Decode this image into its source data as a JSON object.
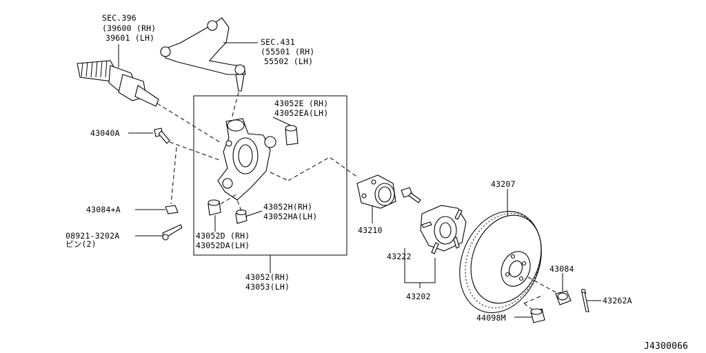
{
  "labels": {
    "sec396": "SEC.396",
    "p39600": "(39600 (RH)",
    "p39601": "39601 (LH)",
    "sec431": "SEC.431",
    "p55501": "(55501 (RH)",
    "p55502": "55502 (LH)",
    "p43052e": "43052E (RH)",
    "p43052ea": "43052EA(LH)",
    "p43040a": "43040A",
    "p43084a": "43084+A",
    "p08921": "08921-3202A",
    "pin": "ピン(2)",
    "p43052h": "43052H(RH)",
    "p43052ha": "43052HA(LH)",
    "p43052d": "43052D (RH)",
    "p43052da": "43052DA(LH)",
    "p43052": "43052(RH)",
    "p43053": "43053(LH)",
    "p43210": "43210",
    "p43222": "43222",
    "p43202": "43202",
    "p43207": "43207",
    "p43084": "43084",
    "p43262a": "43262A",
    "p44098m": "44098M",
    "drawing_id": "J4300066"
  }
}
